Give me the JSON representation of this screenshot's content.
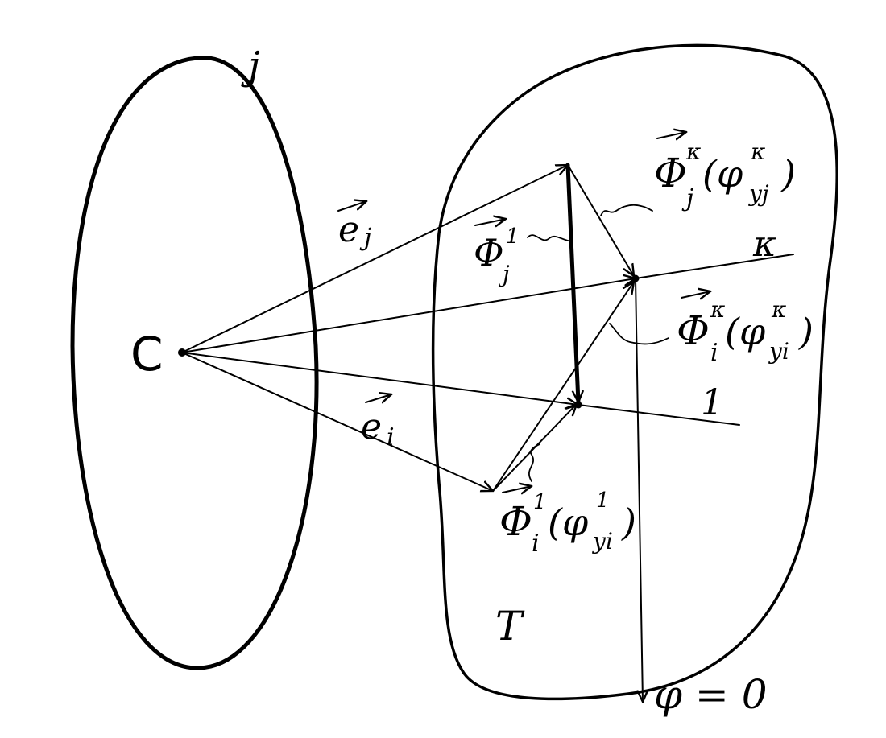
{
  "labels": {
    "blob_j": "j",
    "center_c": "C",
    "e_j": "e",
    "e_j_sub": "j",
    "e_i": "e",
    "e_i_sub": "i",
    "phi_j1": "Φ",
    "phi_j1_sup": "1",
    "phi_j1_sub": "j",
    "phi_jk": "Φ",
    "phi_jk_sup": "κ",
    "phi_jk_sub": "j",
    "phi_jk_arg": "(φ",
    "phi_jk_arg_sub": "yj",
    "phi_jk_arg_sup": "κ",
    "phi_jk_arg_close": ")",
    "phi_ik": "Φ",
    "phi_ik_sup": "κ",
    "phi_ik_sub": "i",
    "phi_ik_arg": "(φ",
    "phi_ik_arg_sub": "yi",
    "phi_ik_arg_sup": "κ",
    "phi_ik_arg_close": ")",
    "phi_i1": "Φ",
    "phi_i1_sup": "1",
    "phi_i1_sub": "i",
    "phi_i1_arg": "(φ",
    "phi_i1_arg_sub": "yi",
    "phi_i1_arg_sup": "1",
    "phi_i1_arg_close": ")",
    "line_k": "κ",
    "line_1": "1",
    "region_t": "T",
    "phi_zero": "φ = 0"
  },
  "colors": {
    "ink": "#000000",
    "background": "#ffffff"
  }
}
